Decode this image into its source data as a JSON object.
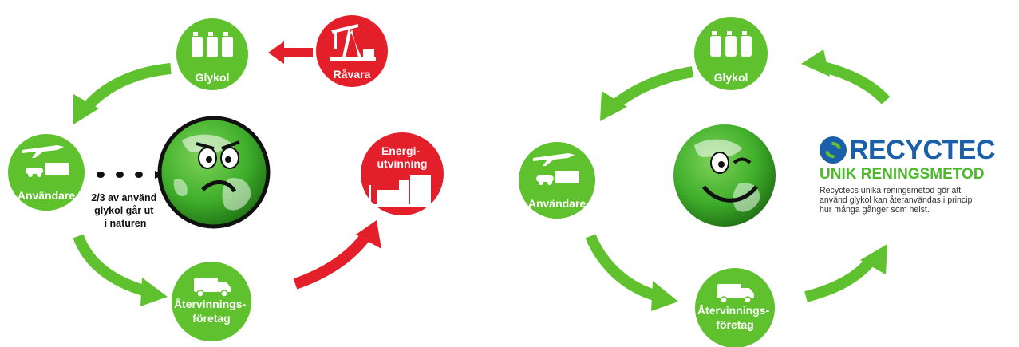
{
  "colors": {
    "green": "#5fc12e",
    "red": "#e3202a",
    "globe_green": "#3fae2a",
    "recyctec_blue": "#1a5fa8"
  },
  "left_cycle": {
    "nodes": {
      "glykol": {
        "label": "Glykol",
        "icon": "canisters-icon"
      },
      "ravara": {
        "label": "Råvara",
        "icon": "oil-pump-icon"
      },
      "anvandare": {
        "label": "Användare",
        "icon": "vehicles-icon"
      },
      "atervinning": {
        "label_lines": [
          "Återvinnings-",
          "företag"
        ],
        "icon": "truck-icon"
      },
      "energi": {
        "label_lines": [
          "Energi-",
          "utvinning"
        ],
        "icon": "power-plant-icon"
      }
    },
    "leak_text_lines": [
      "2/3 av använd",
      "glykol går ut",
      "i naturen"
    ],
    "globe_mood": "sad"
  },
  "right_cycle": {
    "nodes": {
      "glykol": {
        "label": "Glykol",
        "icon": "canisters-icon"
      },
      "anvandare": {
        "label": "Användare",
        "icon": "vehicles-icon"
      },
      "atervinning": {
        "label_lines": [
          "Återvinnings-",
          "företag"
        ],
        "icon": "truck-icon"
      }
    },
    "globe_mood": "happy-winking"
  },
  "brand": {
    "logo_text": "RECYCTEC",
    "headline": "UNIK RENINGSMETOD",
    "body": "Recyctecs unika reningsmetod gör att\nanvänd glykol kan återanvändas i princip\nhur många gånger som helst."
  }
}
